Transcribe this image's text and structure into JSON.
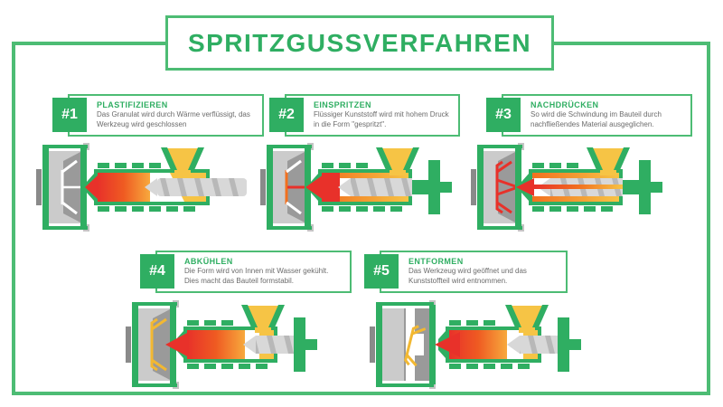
{
  "header": {
    "title": "SPRITZGUSSVERFAHREN"
  },
  "steps": [
    {
      "number": "#1",
      "title": "PLASTIFIZIEREN",
      "description": "Das Granulat wird durch Wärme verflüssigt, das Werkzeug wird geschlossen"
    },
    {
      "number": "#2",
      "title": "EINSPRITZEN",
      "description": "Flüssiger Kunststoff wird mit hohem Druck in die Form \"gespritzt\"."
    },
    {
      "number": "#3",
      "title": "NACHDRÜCKEN",
      "description": "So wird die Schwindung im Bauteil durch nachfließendes Material ausgeglichen."
    },
    {
      "number": "#4",
      "title": "ABKÜHLEN",
      "description": "Die Form wird von Innen mit Wasser gekühlt. Dies macht das Bauteil formstabil."
    },
    {
      "number": "#5",
      "title": "ENTFORMEN",
      "description": "Das Werkzeug wird geöffnet und das Kunststoffteil wird entnommen."
    }
  ],
  "colors": {
    "green": "#2FAE62",
    "frameGreen": "#4DBC74",
    "descGray": "#6B6B6B",
    "hopperYellow": "#F6C445",
    "meltRed": "#E8312A",
    "meltOrange": "#F2701F",
    "partYellow": "#F2B832",
    "screwLight": "#D8D8D8",
    "screwDark": "#B0B0B0",
    "moldLight": "#CBCBCB",
    "moldMid": "#9A9A9A",
    "moldDark": "#8A8A8A",
    "tieCap": "#C4C4C4"
  }
}
